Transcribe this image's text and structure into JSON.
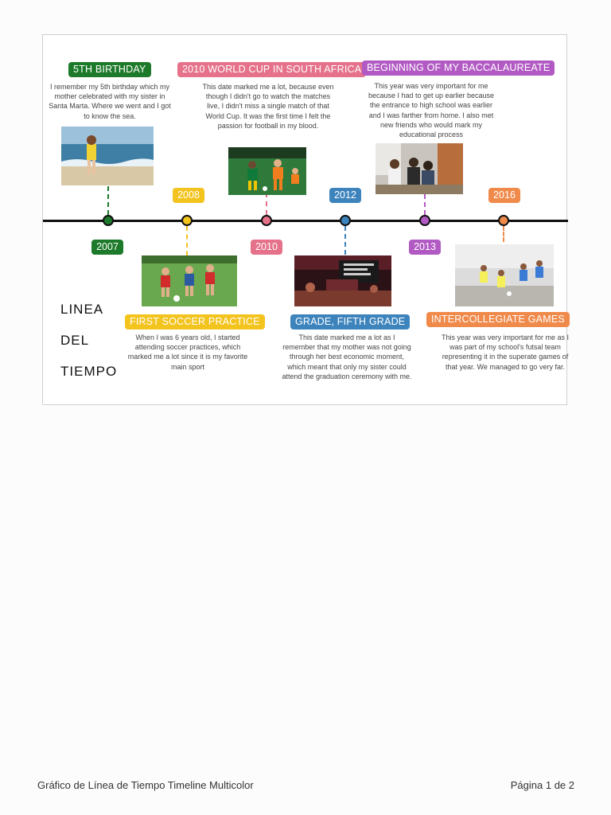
{
  "colors": {
    "green": "#1d7a2a",
    "yellow": "#f3c31e",
    "pink": "#e5728a",
    "blue": "#3d84bd",
    "purple": "#b25ac4",
    "orange": "#f08a4b",
    "axis": "#111111"
  },
  "side_title": {
    "line1": "LINEA",
    "line2": "DEL",
    "line3": "TIEMPO"
  },
  "events": [
    {
      "title": "5TH BIRTHDAY",
      "year": "2007",
      "description": "I remember my 5th birthday which my mother celebrated with my sister in Santa Marta. Where we went and I got to know the sea.",
      "photo_icon": "child-at-beach-photo"
    },
    {
      "title": "FIRST SOCCER PRACTICE",
      "year": "2008",
      "description": "When I was 6 years old, I started attending soccer practices, which marked me a lot since it is my favorite main sport",
      "photo_icon": "kids-soccer-photo"
    },
    {
      "title": "2010 WORLD CUP IN SOUTH AFRICA",
      "year": "2010",
      "description": "This date marked me a lot, because even though I didn't go to watch the matches live, I didn't miss a single match of that World Cup. It was the first time I felt the passion for football in my blood.",
      "photo_icon": "world-cup-match-photo"
    },
    {
      "title": "GRADE, FIFTH GRADE",
      "year": "2012",
      "description": "This date marked me a lot as I remember that my mother was not going through her best economic moment, which meant that only my sister could attend the graduation ceremony with me.",
      "photo_icon": "graduation-ceremony-photo"
    },
    {
      "title": "BEGINNING OF MY BACCALAUREATE",
      "year": "2013",
      "description": "This year was very important for me because I had to get up earlier because the entrance to high school was earlier and I was farther from home. I also met new friends who would mark my educational process",
      "photo_icon": "classroom-photo"
    },
    {
      "title": "INTERCOLLEGIATE GAMES",
      "year": "2016",
      "description": "This year was very important for me as I was part of my school's futsal team representing it in the superate games of that year. We managed to go very far.",
      "photo_icon": "futsal-game-photo"
    }
  ],
  "footer": {
    "left": "Gráfico de Línea de Tiempo Timeline Multicolor",
    "right": "Página 1 de 2"
  }
}
